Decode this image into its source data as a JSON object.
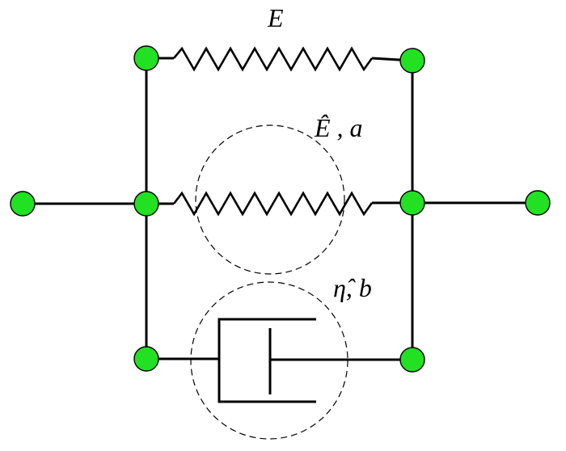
{
  "labels": {
    "top_spring": "E",
    "middle_spring": "Ê , a",
    "dashpot": "η̂, b"
  },
  "colors": {
    "node_fill": "#22e022",
    "line": "#000000",
    "background": "#ffffff"
  }
}
